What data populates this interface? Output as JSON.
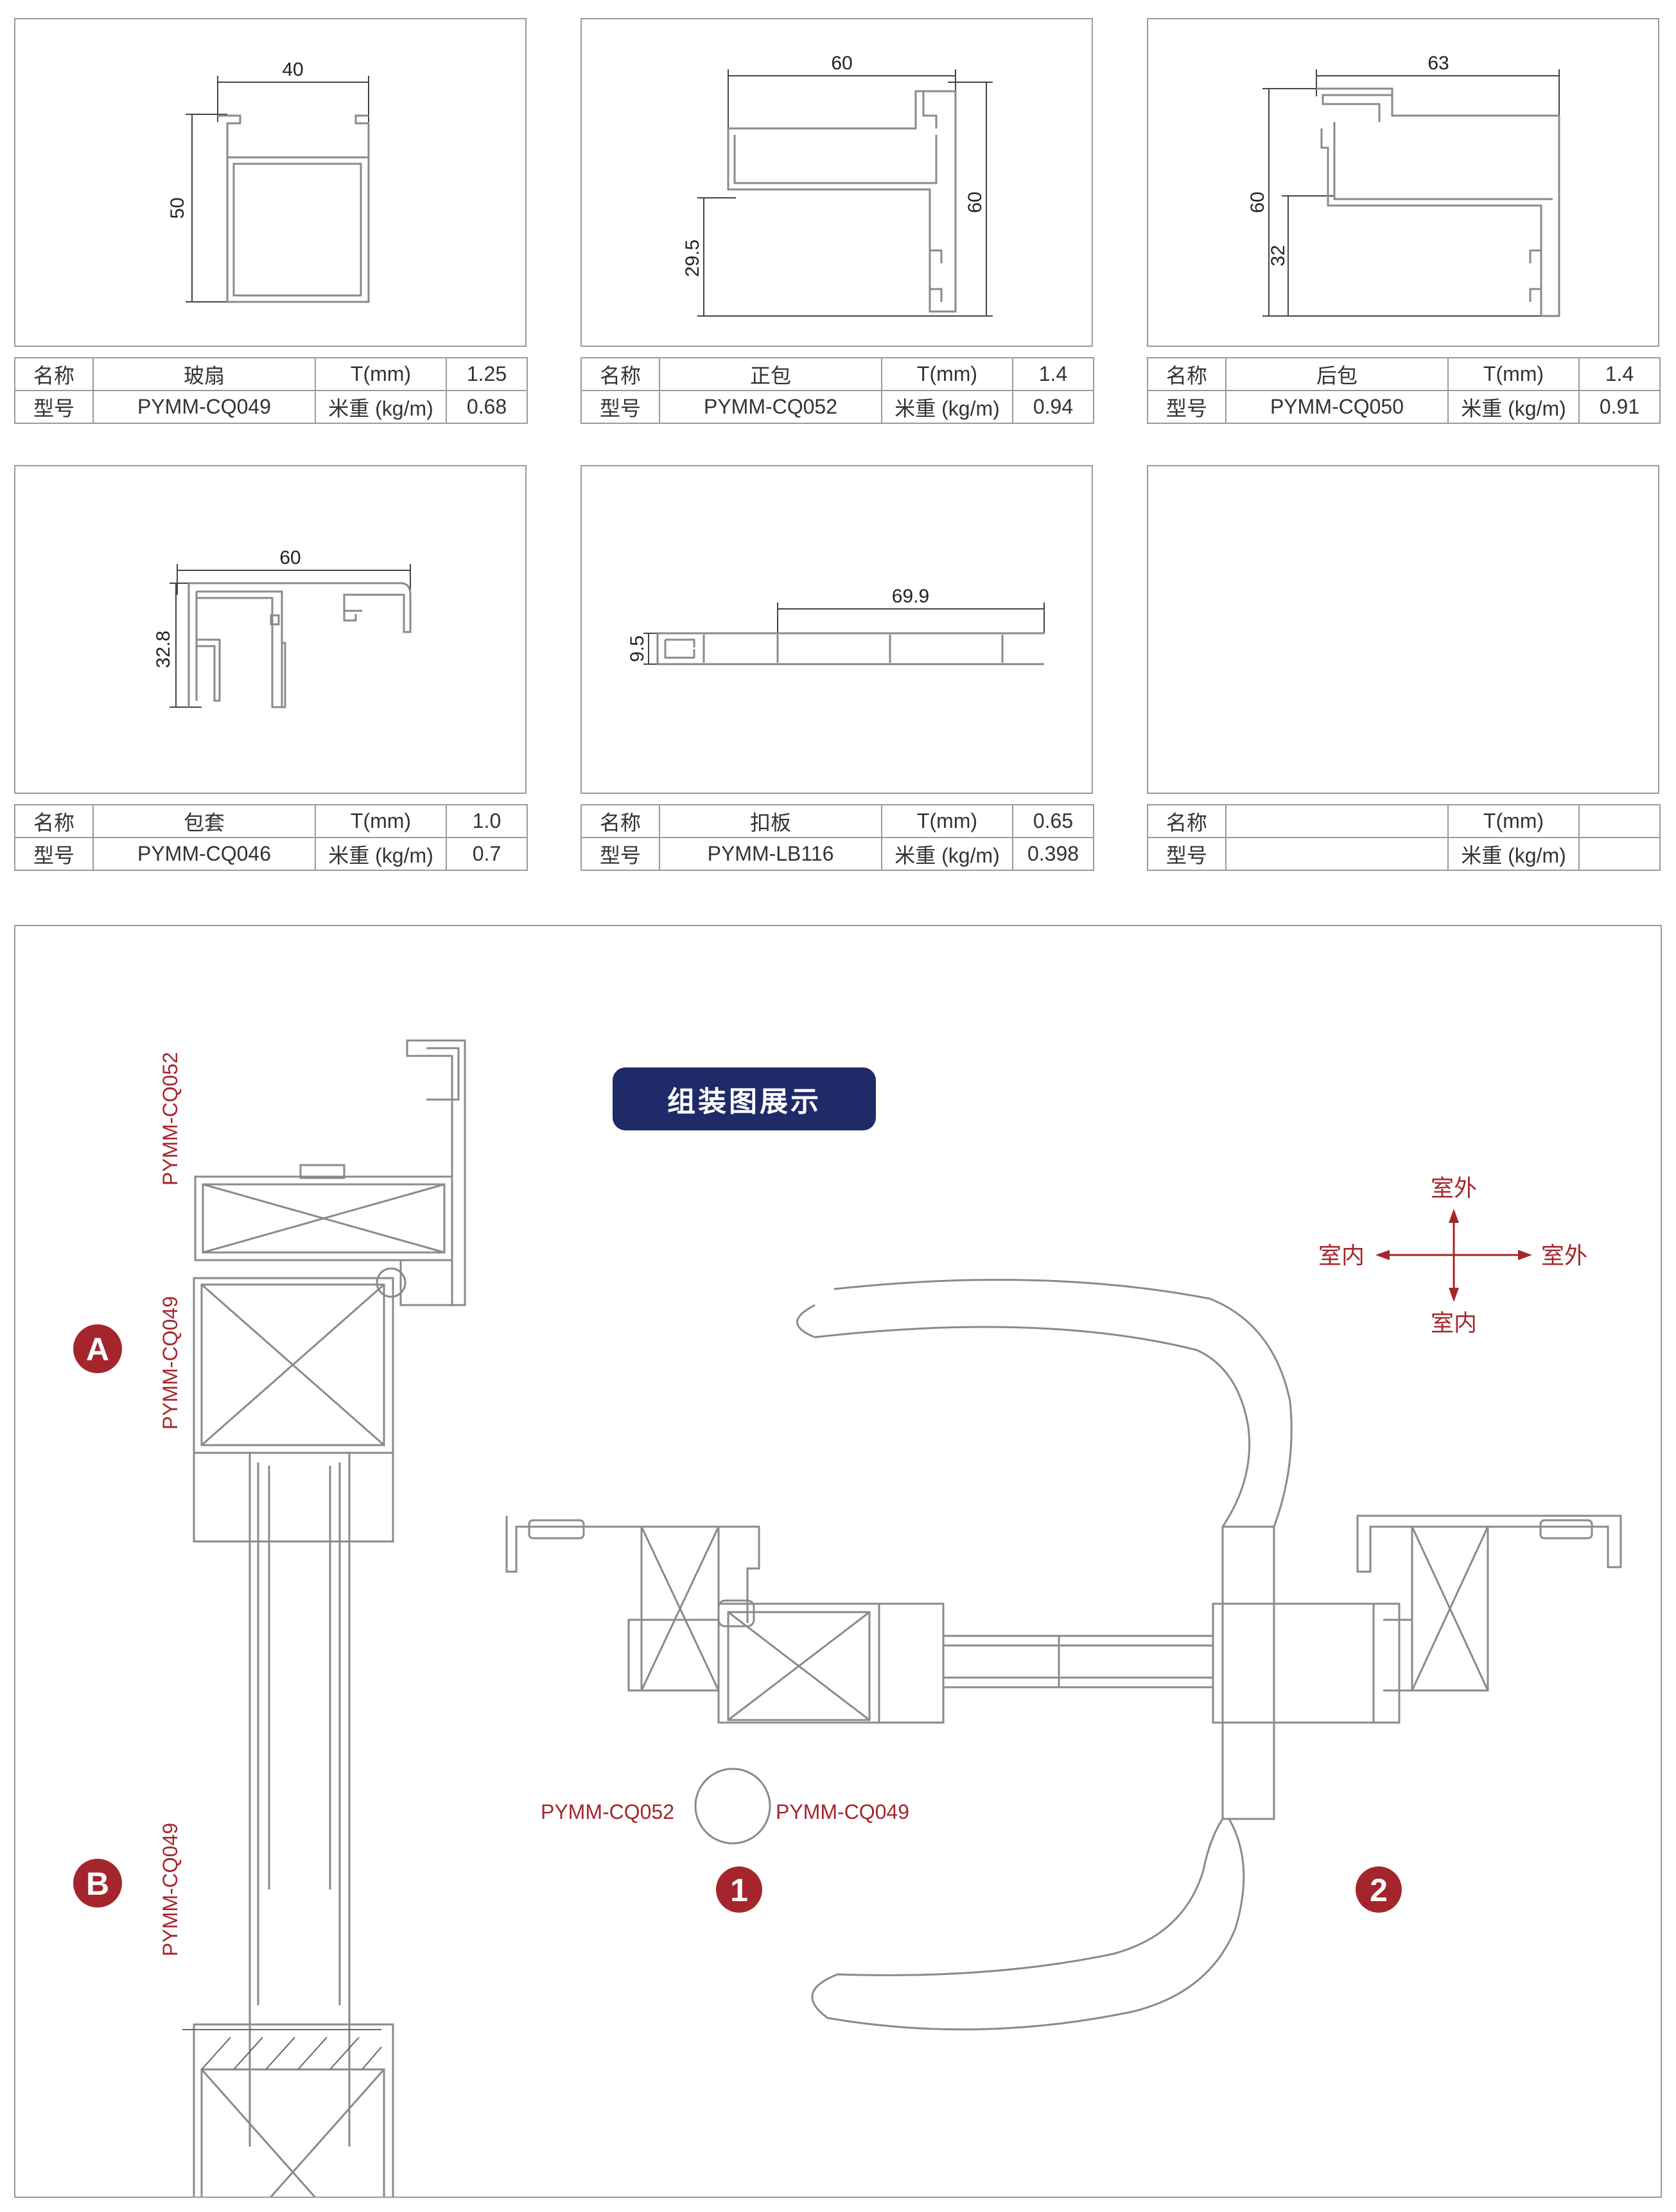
{
  "labels": {
    "name": "名称",
    "model": "型号",
    "thickness": "T(mm)",
    "weight": "米重 (kg/m)"
  },
  "cards": [
    {
      "name": "玻扇",
      "model": "PYMM-CQ049",
      "thickness": "1.25",
      "weight": "0.68",
      "dims": [
        "40",
        "50"
      ]
    },
    {
      "name": "正包",
      "model": "PYMM-CQ052",
      "thickness": "1.4",
      "weight": "0.94",
      "dims": [
        "60",
        "60",
        "29.5"
      ]
    },
    {
      "name": "后包",
      "model": "PYMM-CQ050",
      "thickness": "1.4",
      "weight": "0.91",
      "dims": [
        "63",
        "60",
        "32"
      ]
    },
    {
      "name": "包套",
      "model": "PYMM-CQ046",
      "thickness": "1.0",
      "weight": "0.7",
      "dims": [
        "60",
        "32.8"
      ]
    },
    {
      "name": "扣板",
      "model": "PYMM-LB116",
      "thickness": "0.65",
      "weight": "0.398",
      "dims": [
        "69.9",
        "9.5"
      ]
    },
    {
      "name": "",
      "model": "",
      "thickness": "",
      "weight": "",
      "dims": []
    }
  ],
  "assembly": {
    "title": "组装图展示",
    "directions": {
      "up": "室外",
      "down": "室内",
      "left": "室内",
      "right": "室外"
    },
    "vertical_labels": [
      "PYMM-CQ052",
      "PYMM-CQ049",
      "PYMM-CQ049"
    ],
    "section_labels": [
      "PYMM-CQ052",
      "PYMM-CQ049"
    ],
    "badges": [
      "A",
      "B",
      "1",
      "2"
    ]
  },
  "colors": {
    "accent": "#1f2a68",
    "annotation": "#a4262c",
    "line": "#8a8a8a"
  }
}
